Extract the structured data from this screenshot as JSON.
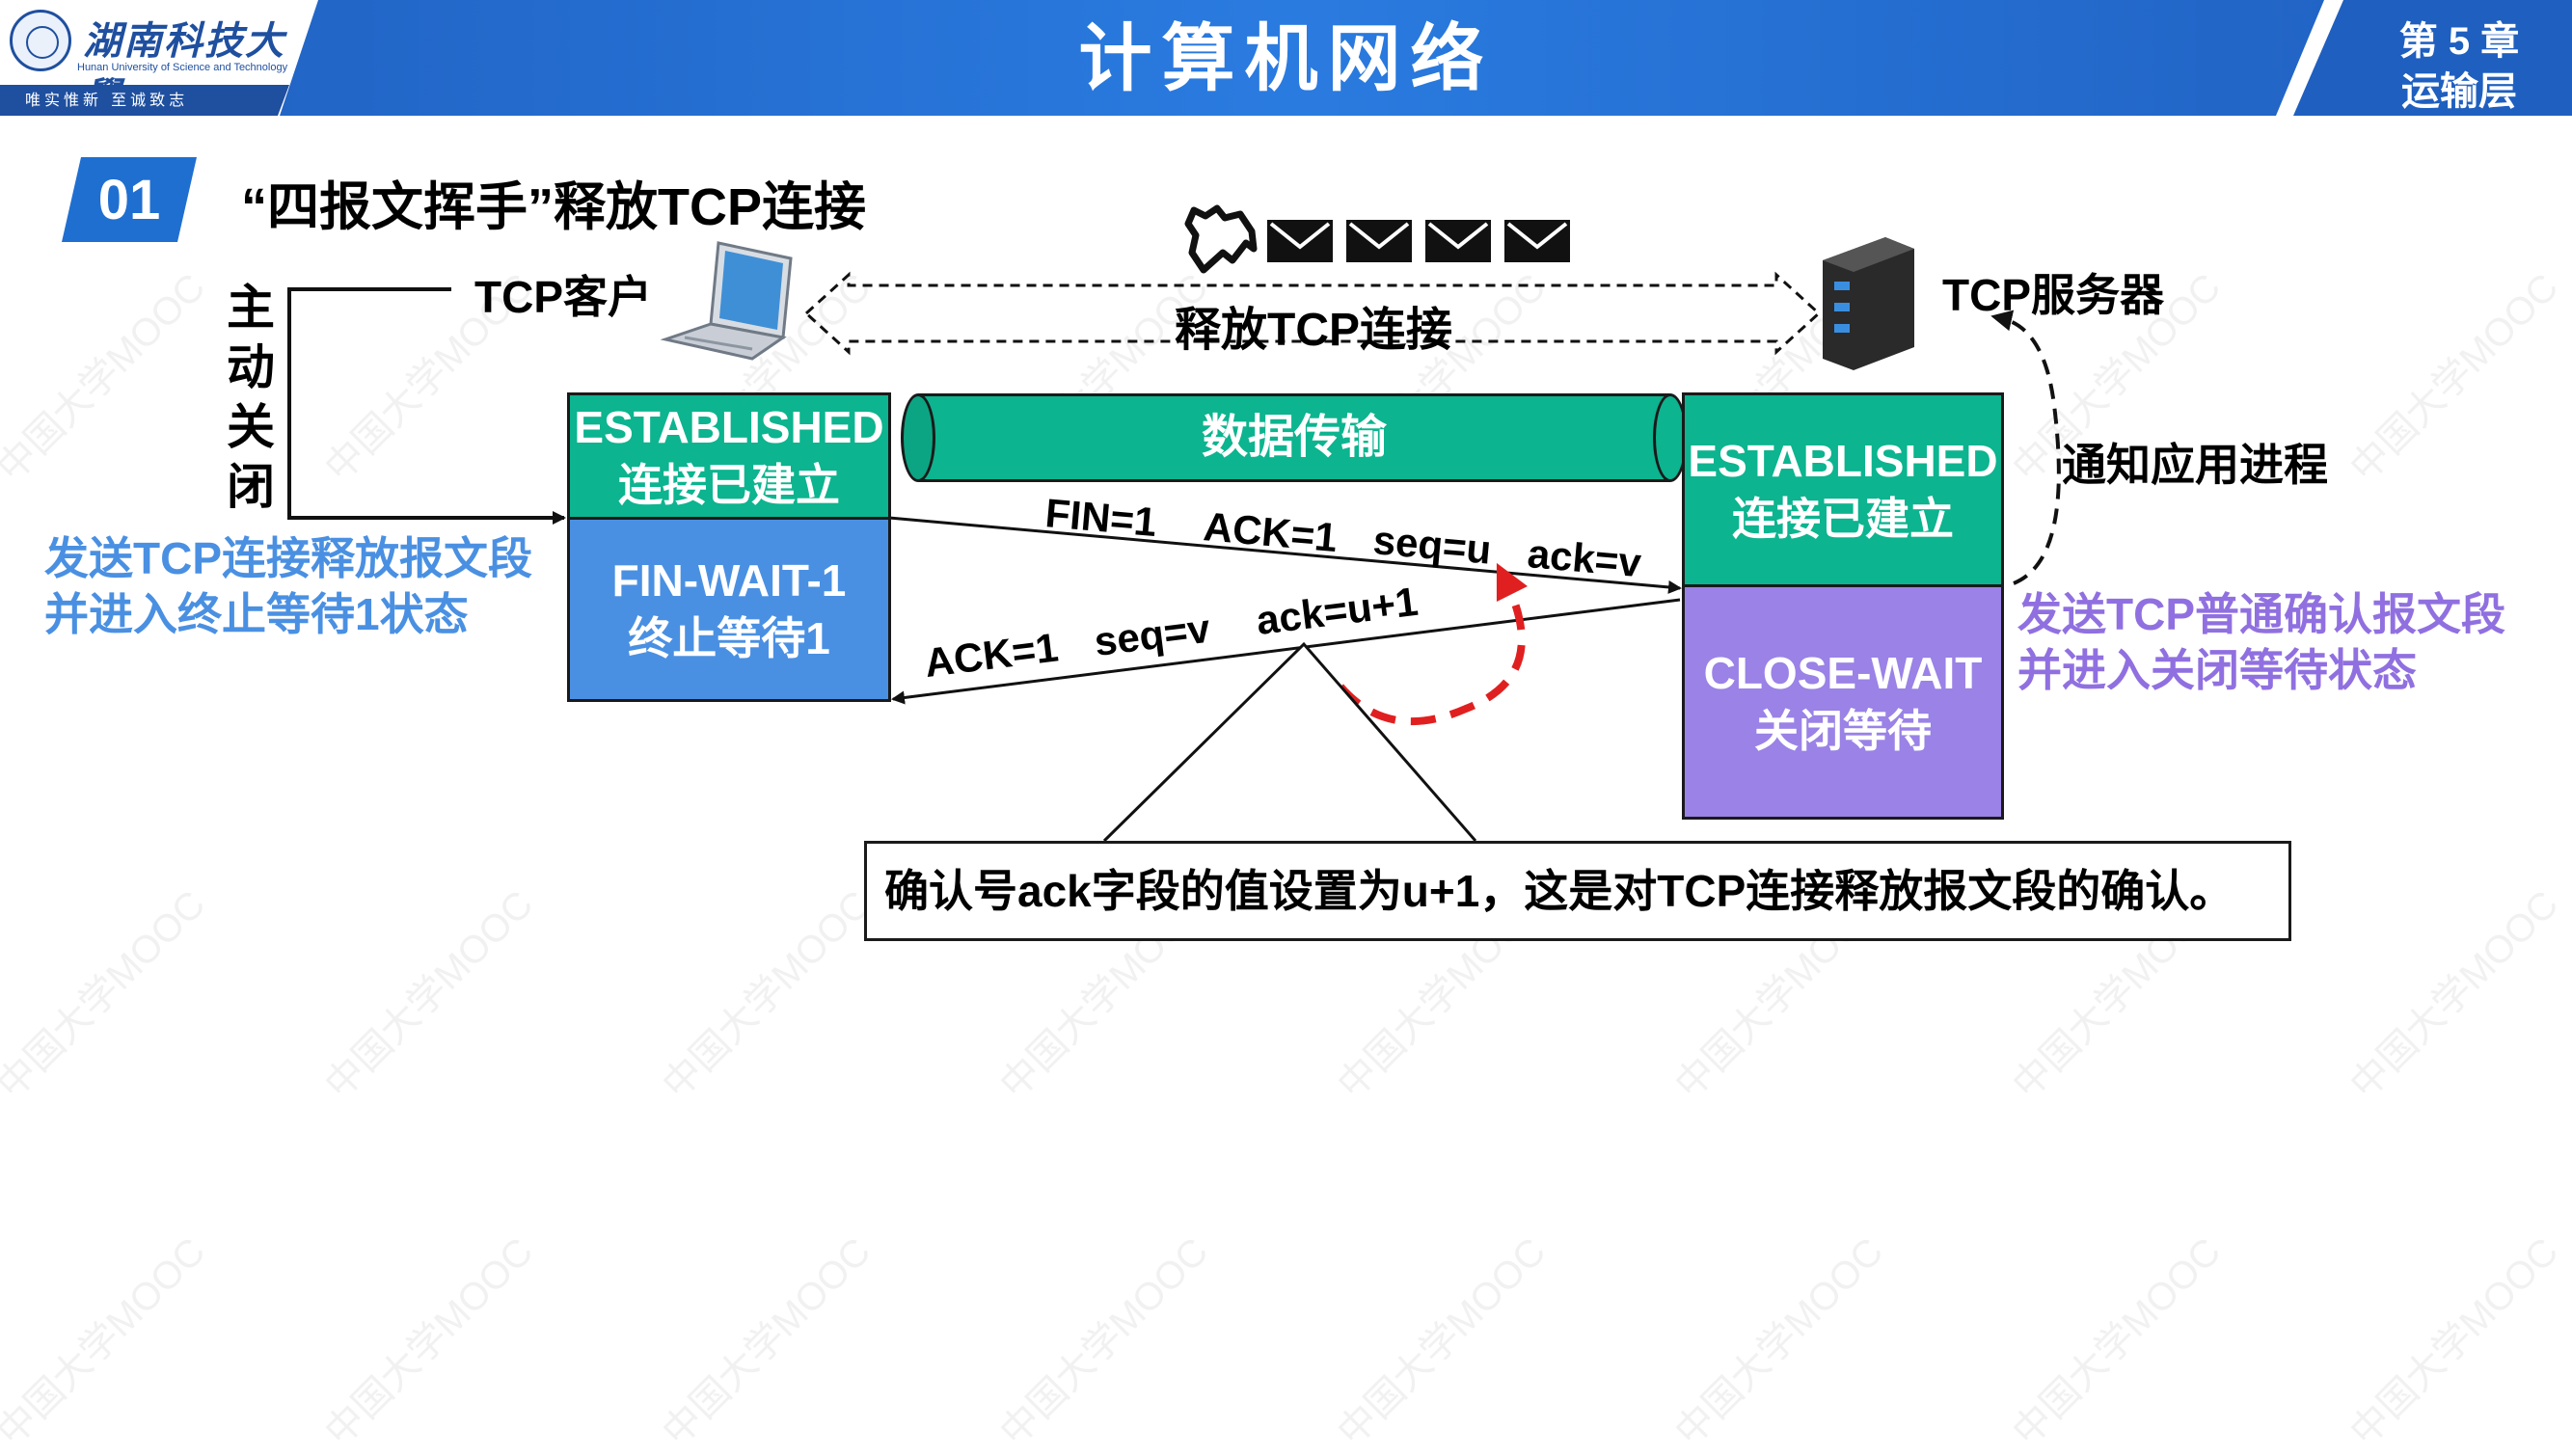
{
  "header": {
    "university_name": "湖南科技大學",
    "university_en": "Hunan University of Science and Technology",
    "motto": "唯实惟新  至诚致志",
    "course_title": "计算机网络",
    "chapter_number": "第 5 章",
    "chapter_name": "运输层"
  },
  "watermark": "中国大学MOOC",
  "section": {
    "number": "01",
    "title": "“四报文挥手”释放TCP连接"
  },
  "client": {
    "label": "TCP客户",
    "active_close": [
      "主",
      "动",
      "关",
      "闭"
    ],
    "note_line1": "发送TCP连接释放报文段",
    "note_line2": "并进入终止等待1状态",
    "state1_line1": "ESTABLISHED",
    "state1_line2": "连接已建立",
    "state2_line1": "FIN-WAIT-1",
    "state2_line2": "终止等待1"
  },
  "server": {
    "label": "TCP服务器",
    "notify": "通知应用进程",
    "note_line1": "发送TCP普通确认报文段",
    "note_line2": "并进入关闭等待状态",
    "state1_line1": "ESTABLISHED",
    "state1_line2": "连接已建立",
    "state2_line1": "CLOSE-WAIT",
    "state2_line2": "关闭等待"
  },
  "release_label": "释放TCP连接",
  "data_transfer": "数据传输",
  "segment_fin": {
    "fin": "FIN=1",
    "ack": "ACK=1",
    "seq": "seq=u",
    "acknum": "ack=v"
  },
  "segment_ack": {
    "ack": "ACK=1",
    "seq": "seq=v",
    "acknum": "ack=u+1"
  },
  "callout": "确认号ack字段的值设置为u+1，这是对TCP连接释放报文段的确认。",
  "colors": {
    "header_blue": "#1f5fbf",
    "established_green": "#0cb48f",
    "fin_wait_blue": "#4a90e2",
    "close_wait_purple": "#9a82e6",
    "note_blue": "#4a90e2",
    "note_purple": "#9070e0",
    "dashed_red": "#e02020"
  },
  "icons": [
    "laptop-icon",
    "server-icon",
    "waving-hand-icon",
    "envelope-icon"
  ]
}
